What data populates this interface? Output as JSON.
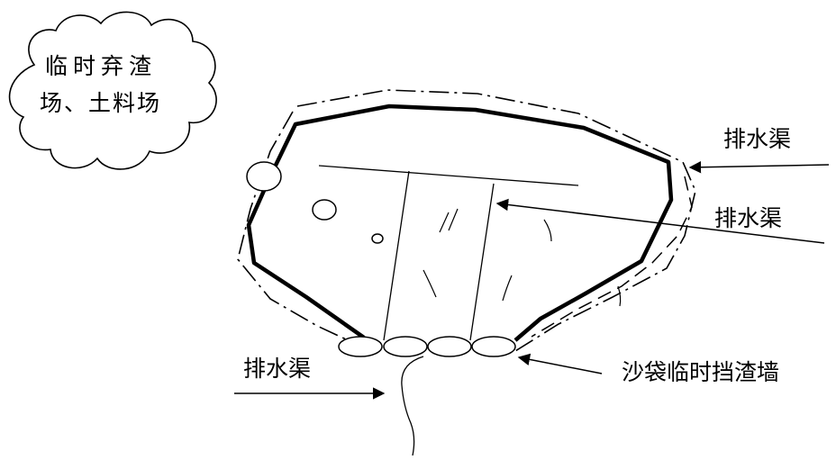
{
  "cloud_label": {
    "line1": "临时弃渣",
    "line2": "场、土料场"
  },
  "labels": {
    "drain_top_right": "排水渠",
    "drain_middle_right": "排水渠",
    "drain_bottom_left": "排水渠",
    "sandbag_wall": "沙袋临时挡渣墙"
  },
  "colors": {
    "stroke": "#000000",
    "background": "#ffffff"
  }
}
